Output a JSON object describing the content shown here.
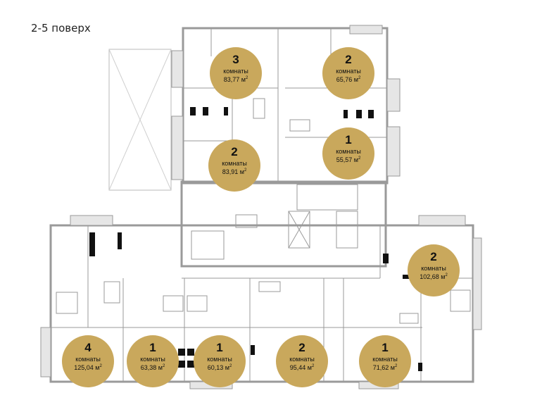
{
  "title": "2-5 поверх",
  "colors": {
    "badge": "#c9a85c",
    "wall": "#9a9a9a",
    "fixture": "#b3b3b3",
    "ink": "#111111"
  },
  "apartments": [
    {
      "id": "apt-3-8377",
      "rooms": "3",
      "word": "комнаты",
      "area": "83,77 м",
      "unit_sup": "2"
    },
    {
      "id": "apt-2-6576",
      "rooms": "2",
      "word": "комнаты",
      "area": "65,76 м",
      "unit_sup": "2"
    },
    {
      "id": "apt-1-5557",
      "rooms": "1",
      "word": "комнаты",
      "area": "55,57 м",
      "unit_sup": "2"
    },
    {
      "id": "apt-2-8391",
      "rooms": "2",
      "word": "комнаты",
      "area": "83,91 м",
      "unit_sup": "2"
    },
    {
      "id": "apt-2-10268",
      "rooms": "2",
      "word": "комнаты",
      "area": "102,68 м",
      "unit_sup": "2"
    },
    {
      "id": "apt-4-12504",
      "rooms": "4",
      "word": "комнаты",
      "area": "125,04 м",
      "unit_sup": "2"
    },
    {
      "id": "apt-1-6338",
      "rooms": "1",
      "word": "комнаты",
      "area": "63,38 м",
      "unit_sup": "2"
    },
    {
      "id": "apt-1-6013",
      "rooms": "1",
      "word": "комнаты",
      "area": "60,13 м",
      "unit_sup": "2"
    },
    {
      "id": "apt-2-9544",
      "rooms": "2",
      "word": "комнаты",
      "area": "95,44 м",
      "unit_sup": "2"
    },
    {
      "id": "apt-1-7162",
      "rooms": "1",
      "word": "комнаты",
      "area": "71,62 м",
      "unit_sup": "2"
    }
  ]
}
